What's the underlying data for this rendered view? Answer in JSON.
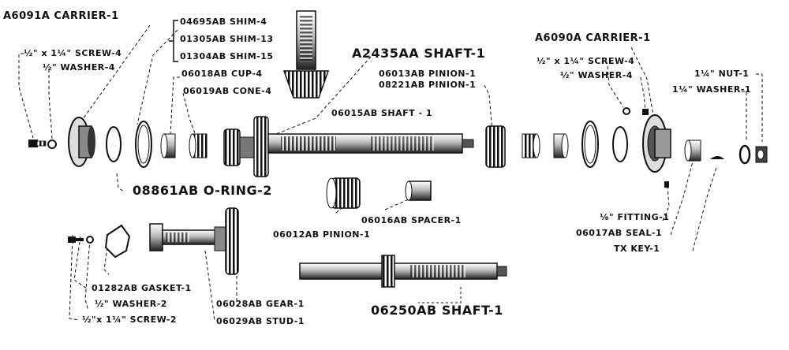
{
  "labels": {
    "carrier_left": "A6091A  CARRIER-1",
    "screw_left": "½\" x 1¼\" SCREW-4",
    "washer_left": "½\" WASHER-4",
    "shim4": "04695AB SHIM-4",
    "shim13": "01305AB SHIM-13",
    "shim15": "01304AB SHIM-15",
    "cup": "06018AB CUP-4",
    "cone": "06019AB CONE-4",
    "shaft_top": "A2435AA SHAFT-1",
    "carrier_right": "A6090A  CARRIER-1",
    "pinion1": "06013AB PINION-1",
    "pinion2": "08221AB PINION-1",
    "screw_right": "½\" x 1¼\"  SCREW-4",
    "washer_right": "½\" WASHER-4",
    "nut": "1¼\" NUT-1",
    "washer_big": "1¼\" WASHER-1",
    "shaft_main": "06015AB  SHAFT - 1",
    "oring": "08861AB O-RING-2",
    "pinion_mid": "06012AB  PINION-1",
    "spacer": "06016AB  SPACER-1",
    "fitting": "⅛\" FITTING-1",
    "seal": "06017AB SEAL-1",
    "key": "TX KEY-1",
    "gasket": "01282AB GASKET-1",
    "washer_bl": "½\" WASHER-2",
    "screw_bl": "½\"x 1¼\" SCREW-2",
    "gear": "06028AB GEAR-1",
    "stud": "06029AB STUD-1",
    "shaft_bottom": "06250AB SHAFT-1"
  }
}
